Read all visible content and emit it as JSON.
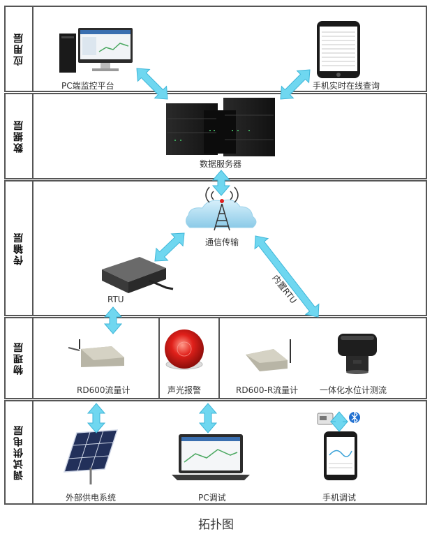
{
  "layers": [
    {
      "key": "app",
      "label": "应用层"
    },
    {
      "key": "data",
      "label": "数据层"
    },
    {
      "key": "transport",
      "label": "传输层"
    },
    {
      "key": "physical",
      "label": "物理层"
    },
    {
      "key": "debug",
      "label": "调试供电层"
    }
  ],
  "nodes": {
    "pc_monitor": "PC端监控平台",
    "mobile_query": "手机实时在线查询",
    "data_server": "数据服务器",
    "comm": "通信传输",
    "builtin_rtu": "内置RTU",
    "rtu": "RTU",
    "rd600": "RD600流量计",
    "alarm": "声光报警",
    "rd600r": "RD600-R流量计",
    "level_flow": "一体化水位计测流",
    "solar": "外部供电系统",
    "pc_debug": "PC调试",
    "phone_debug": "手机调试"
  },
  "caption": "拓扑图",
  "colors": {
    "arrow": "#6fd7f0",
    "arrow_stroke": "#3fb6d8",
    "border": "#555555"
  }
}
